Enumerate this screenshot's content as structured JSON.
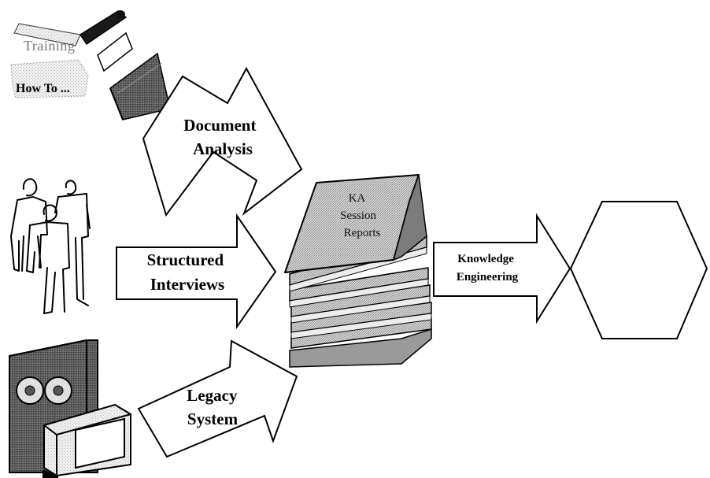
{
  "documents": {
    "training_label": "Training",
    "howto_label": "How To ..."
  },
  "arrows": {
    "document_analysis": [
      "Document",
      "Analysis"
    ],
    "structured_interviews": [
      "Structured",
      "Interviews"
    ],
    "legacy_system": [
      "Legacy",
      "System"
    ],
    "knowledge_engineering": [
      "Knowledge",
      "Engineering"
    ]
  },
  "stack": {
    "label_lines": [
      "KA",
      "Session",
      "Reports"
    ]
  },
  "colors": {
    "ink": "#000000",
    "gray_fill": "#c8c8c8",
    "dark_gray": "#6b6b6b",
    "light_gray": "#e2e2e2"
  }
}
